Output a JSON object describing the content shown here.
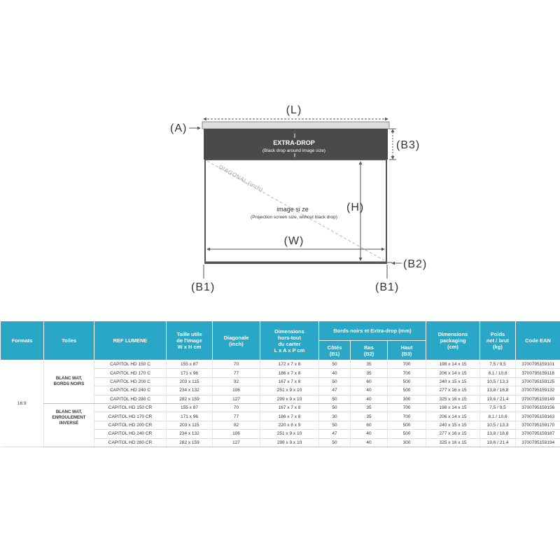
{
  "diagram": {
    "label_l": "(L)",
    "label_a": "(A)",
    "label_b3": "(B3)",
    "label_h": "(H)",
    "label_w": "(W)",
    "label_b2": "(B2)",
    "label_b1_left": "(B1)",
    "label_b1_right": "(B1)",
    "extra_drop_title": "EXTRA-DROP",
    "extra_drop_sub": "(Black drop around image size)",
    "diagonal_label": "DIAGONAL (inch)",
    "image_size_title": "image si ze",
    "image_size_sub": "(Projection screen size, without black drop)"
  },
  "table": {
    "headers": {
      "formats": "Formats",
      "toiles": "Toiles",
      "ref": "REF LUMENE",
      "taille_1": "Taille utile",
      "taille_2": "de l'image",
      "taille_3": "W x H cm",
      "diag_1": "Diagonale",
      "diag_2": "(inch)",
      "dims_1": "Dimensions",
      "dims_2": "hors-tout",
      "dims_3": "du carter",
      "dims_4": "L x A x P cm",
      "bords": "Bords noirs et Extra-drop (mm)",
      "cotes_1": "Côtés",
      "cotes_2": "(B1)",
      "bas_1": "Bas",
      "bas_2": "(B2)",
      "haut_1": "Haut",
      "haut_2": "(B3)",
      "pack_1": "Dimensions",
      "pack_2": "packaging",
      "pack_3": "(cm)",
      "poids_1": "Poids",
      "poids_2": "net / brut",
      "poids_3": "(kg)",
      "ean": "Code EAN"
    },
    "format": "16:9",
    "groups": [
      {
        "toile_1": "BLANC MAT,",
        "toile_2": "BORDS NOIRS",
        "rows": [
          [
            "CAPITOL HD 150 C",
            "155 x 87",
            "70",
            "172 x 7 x 8",
            "50",
            "35",
            "700",
            "198 x 14 x 15",
            "7,5 / 9,5",
            "3700795159101"
          ],
          [
            "CAPITOL HD 170 C",
            "171 x 96",
            "77",
            "186 x 7 x 8",
            "40",
            "35",
            "700",
            "206 x 14 x 15",
            "8,1 / 10,6",
            "3700795159118"
          ],
          [
            "CAPITOL HD 200 C",
            "203 x 115",
            "92",
            "167 x 7 x 8",
            "50",
            "60",
            "500",
            "240 x 15 x 15",
            "10,5 / 13,3",
            "3700795159125"
          ],
          [
            "CAPITOL HD 240 C",
            "234 x 132",
            "106",
            "251 x 9 x 10",
            "47",
            "40",
            "500",
            "277 x 16 x 15",
            "13,8 / 16,8",
            "3700795159132"
          ],
          [
            "CAPITOL HD 280 C",
            "282 x 159",
            "127",
            "299 x 9 x 10",
            "50",
            "40",
            "300",
            "325 x 16 x 15",
            "19,6 / 21,4",
            "3700795159149"
          ]
        ]
      },
      {
        "toile_1": "BLANC MAT,",
        "toile_2": "ENROULEMENT",
        "toile_3": "INVERSÉ",
        "rows": [
          [
            "CAPITOL HD 150 CR",
            "155 x 87",
            "70",
            "167 x 7 x 8",
            "50",
            "35",
            "700",
            "198 x 14 x 15",
            "7,5 / 9,5",
            "3700795159156"
          ],
          [
            "CAPITOL HD 170 CR",
            "171 x 96",
            "77",
            "186 x 7 x 8",
            "30",
            "35",
            "700",
            "206 x 14 x 15",
            "8,1 / 10,6",
            "3700795159163"
          ],
          [
            "CAPITOL HD 200 CR",
            "203 x 115",
            "92",
            "220 x 8 x 9",
            "50",
            "60",
            "500",
            "240 x 15 x 15",
            "10,5 / 13,3",
            "3700795159170"
          ],
          [
            "CAPITOL HD 240 CR",
            "234 x 132",
            "106",
            "251 x 9 x 10",
            "47",
            "40",
            "500",
            "277 x 16 x 15",
            "13,8 / 16,8",
            "3700795159187"
          ],
          [
            "CAPITOL HD 280 CR",
            "282 x 159",
            "127",
            "299 x 9 x 10",
            "50",
            "40",
            "300",
            "325 x 16 x 15",
            "19,6 / 21,4",
            "3700795159194"
          ]
        ]
      }
    ]
  }
}
